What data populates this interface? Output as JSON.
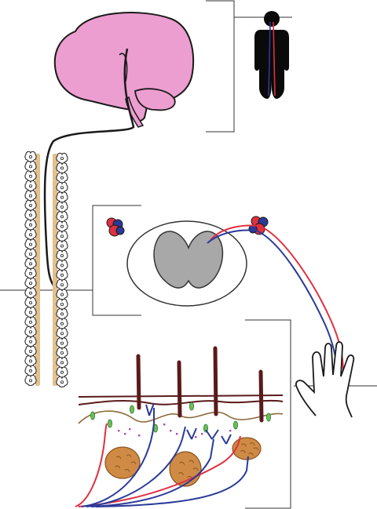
{
  "figure": {
    "kind": "anatomical-illustration",
    "panels": [
      "brain",
      "body-silhouette",
      "spinal-column",
      "spinal-cord-cross-section",
      "hand",
      "skin-section"
    ],
    "labels": []
  },
  "colors": {
    "brain": "#ec9ed0",
    "body": "#0a0a0a",
    "sensory_fiber": "#e0303f",
    "motor_fiber": "#2a3a99",
    "spinal_tract": "#e3c08d",
    "grey_matter": "#a8a8a8",
    "hair": "#5a1a1a",
    "gland": "#cf8a45",
    "cell": "#6cbf5a",
    "dot": "#b04ab4",
    "outline": "#1a1a1a"
  },
  "icons": [
    "brain",
    "human-silhouette",
    "vertebrae",
    "ganglion",
    "hand",
    "hair-follicle",
    "sweat-gland",
    "receptor-cell"
  ]
}
